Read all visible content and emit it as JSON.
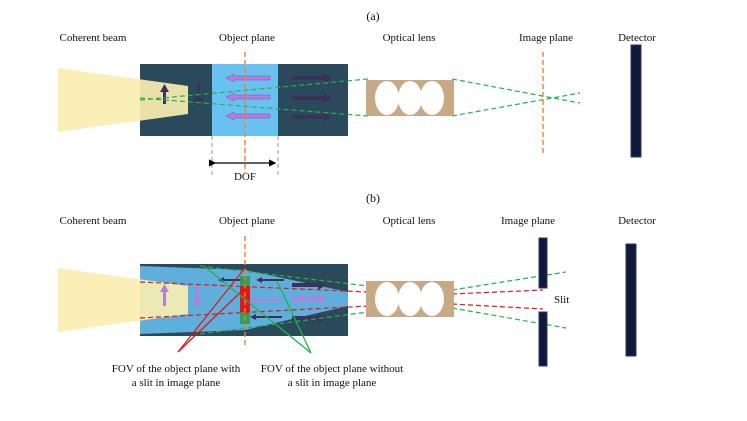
{
  "panel_a": {
    "tag": "(a)",
    "coherent_beam": "Coherent beam",
    "object_plane": "Object plane",
    "optical_lens": "Optical lens",
    "image_plane": "Image plane",
    "detector": "Detector",
    "dof": "DOF"
  },
  "panel_b": {
    "tag": "(b)",
    "coherent_beam": "Coherent beam",
    "object_plane": "Object plane",
    "optical_lens": "Optical lens",
    "image_plane": "Image plane",
    "detector": "Detector",
    "slit": "Slit",
    "fov_with_slit_line1": "FOV of the object plane with",
    "fov_with_slit_line2": "a slit in image plane",
    "fov_without_slit_line1": "FOV of the object plane without",
    "fov_without_slit_line2": "a slit in image plane"
  },
  "colors": {
    "beam": "#faeeb0",
    "sample": "#2a4a5c",
    "object_slab": "#69c1f2",
    "lens": "#c8a985",
    "marker": "#f07f36",
    "green_ray": "#22b14c",
    "red_ray": "#e01818",
    "detector": "#0f1a3a",
    "arrow": "#b57fd9"
  }
}
